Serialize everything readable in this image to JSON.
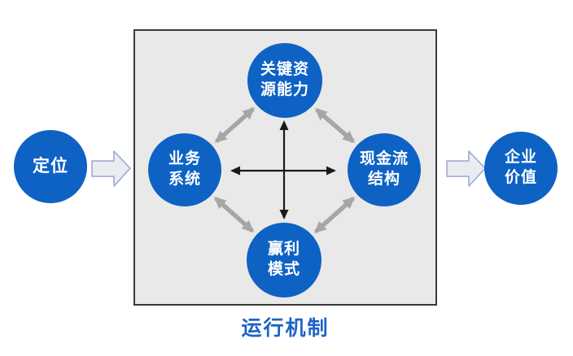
{
  "colors": {
    "node_blue": "#0d62c4",
    "node_text": "#ffffff",
    "box_fill": "#e9e9e9",
    "box_border": "#3a3a3a",
    "gray_arrow": "#a6a6a6",
    "black_arrow": "#1a1a1a",
    "block_arrow_fill": "#eaecf0",
    "block_arrow_stroke": "#98a4d4",
    "caption_blue": "#1e63c7"
  },
  "diagram": {
    "left_node": {
      "label": "定位"
    },
    "box": {
      "caption": "运行机制",
      "nodes": {
        "top": {
          "label": "关键资\n源能力"
        },
        "left": {
          "label": "业务\n系统"
        },
        "right": {
          "label": "现金流\n结构"
        },
        "bottom": {
          "label": "赢利\n模式"
        }
      }
    },
    "right_node": {
      "label": "企业\n价值"
    }
  }
}
